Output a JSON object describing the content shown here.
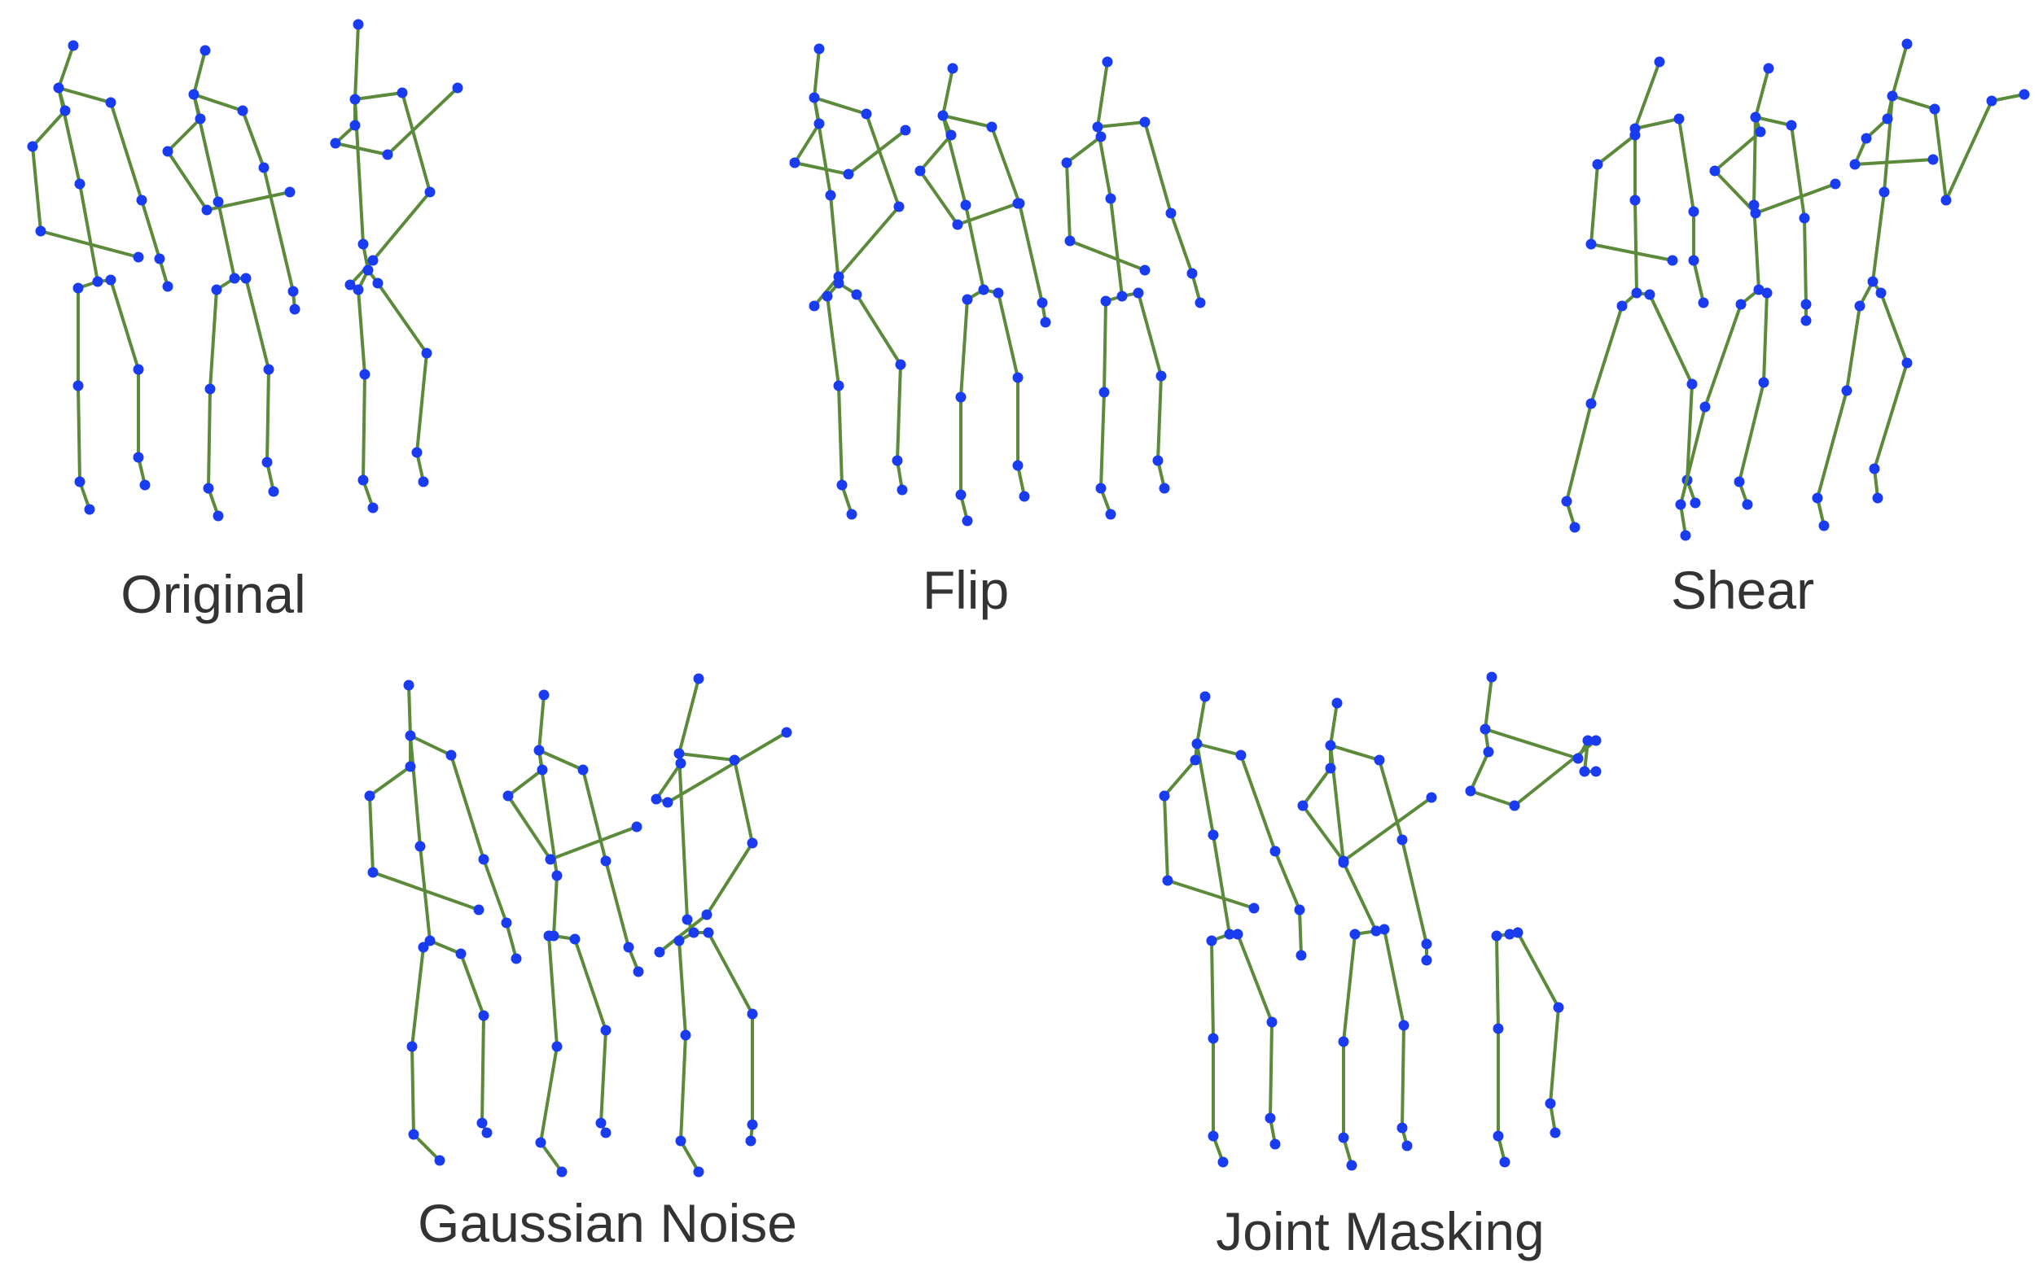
{
  "panels": [
    {
      "id": "original",
      "label": "Original"
    },
    {
      "id": "flip",
      "label": "Flip"
    },
    {
      "id": "shear",
      "label": "Shear"
    },
    {
      "id": "gaussian_noise",
      "label": "Gaussian Noise"
    },
    {
      "id": "joint_masking",
      "label": "Joint Masking"
    }
  ],
  "colors": {
    "bone": "#5a8a3a",
    "joint": "#1a3cf0",
    "label": "#333333"
  }
}
